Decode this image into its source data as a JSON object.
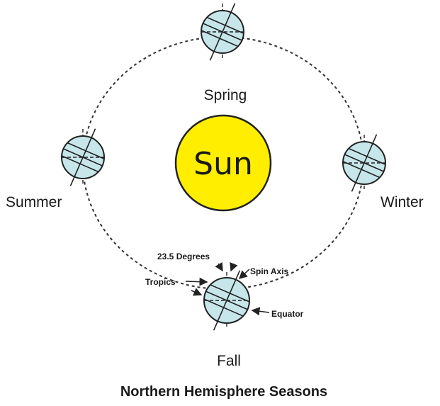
{
  "diagram": {
    "center_label": "Sun",
    "seasons": {
      "spring": "Spring",
      "summer": "Summer",
      "winter": "Winter",
      "fall": "Fall"
    },
    "annotations": {
      "degrees": "23.5 Degrees",
      "spin_axis": "Spin Axis",
      "tropics": "Tropics",
      "equator": "Equator"
    },
    "caption": "Northern Hemisphere Seasons",
    "colors": {
      "sun": "#ffee00",
      "earth": "#c6e6ea",
      "lines": "#222222"
    }
  }
}
